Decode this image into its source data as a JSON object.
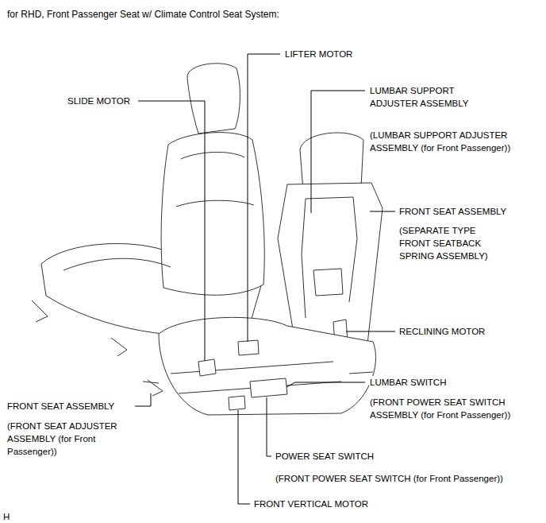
{
  "diagram": {
    "title": "for RHD, Front Passenger Seat w/ Climate Control Seat System:",
    "labels": [
      "LIFTER MOTOR",
      "SLIDE MOTOR",
      "LUMBAR SUPPORT ADJUSTER ASSEMBLY",
      "(LUMBAR SUPPORT ADJUSTER ASSEMBLY (for Front Passenger))",
      "FRONT SEAT ASSEMBLY",
      "(SEPARATE TYPE FRONT SEATBACK SPRING ASSEMBLY)",
      "RECLINING MOTOR",
      "LUMBAR SWITCH",
      "FRONT SEAT ASSEMBLY",
      "(FRONT POWER SEAT SWITCH ASSEMBLY (for Front Passenger))",
      "(FRONT SEAT ADJUSTER ASSEMBLY (for Front Passenger))",
      "POWER SEAT SWITCH",
      "(FRONT POWER SEAT SWITCH (for Front Passenger))",
      "FRONT VERTICAL MOTOR",
      "H"
    ]
  }
}
